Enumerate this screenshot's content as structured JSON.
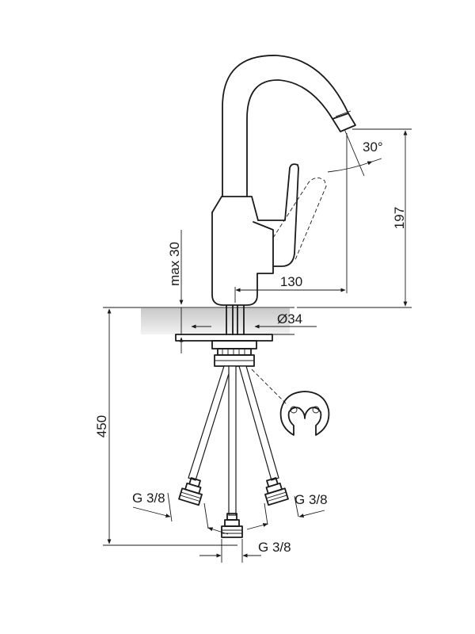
{
  "labels": {
    "angle": "30°",
    "height_total": "197",
    "reach": "130",
    "max_thickness": "max 30",
    "hole_diameter": "Ø34",
    "hose_length": "450",
    "thread_left": "G 3/8",
    "thread_right": "G 3/8",
    "thread_bottom": "G 3/8"
  },
  "colors": {
    "line": "#1a1a1a",
    "countertop": "#d6d6d6"
  }
}
